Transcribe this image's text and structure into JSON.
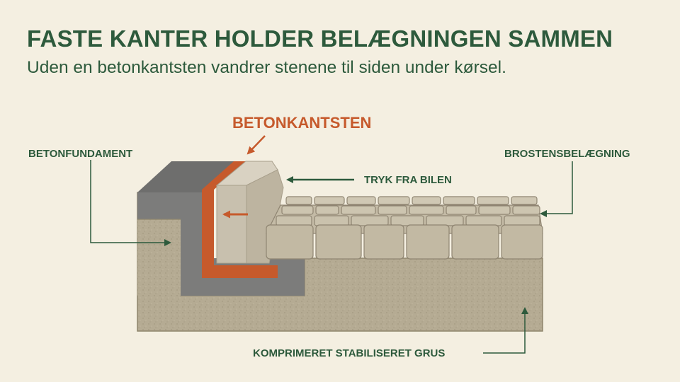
{
  "header": {
    "title": "FASTE KANTER HOLDER BELÆGNINGEN SAMMEN",
    "subtitle": "Uden en betonkantsten vandrer stenene til siden under kørsel."
  },
  "labels": {
    "curb": "BETONKANTSTEN",
    "foundation": "BETONFUNDAMENT",
    "pressure": "TRYK FRA BILEN",
    "paving": "BROSTENSBELÆGNING",
    "gravel": "KOMPRIMERET STABILISERET GRUS"
  },
  "colors": {
    "background": "#f4efe1",
    "text_green": "#2d5a3c",
    "accent_orange": "#c65a2c",
    "concrete_gray": "#7b7b7a",
    "stone": "#cfc6b2",
    "gravel": "#b5ab93"
  }
}
